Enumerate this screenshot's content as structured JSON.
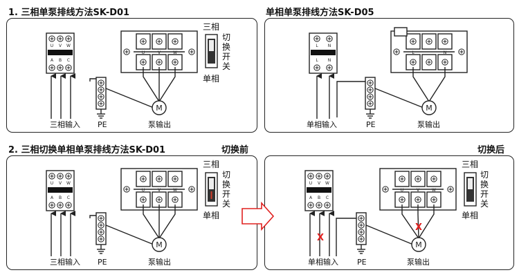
{
  "headings": {
    "d01": "1. 三相单泵排线方法SK-D01",
    "d05": "单相单泵排线方法SK-D05",
    "switch": "2. 三相切换单相单泵排线方法SK-D01",
    "before": "切换前",
    "after": "切换后"
  },
  "labels": {
    "three_phase_input": "三相输入",
    "single_phase_input": "单相输入",
    "pe": "PE",
    "pump_output": "泵输出",
    "switch_three": "三相",
    "switch_single": "单相",
    "switch_name": "切换开关",
    "motor": "M",
    "disconnected": "X"
  },
  "terminals": {
    "three_phase": [
      "U",
      "V",
      "W"
    ],
    "breaker_letters": [
      "A",
      "B",
      "C"
    ],
    "single_phase": [
      "L",
      "N"
    ]
  },
  "colors": {
    "stroke": "#222222",
    "cross": "#e0201f",
    "arrow": "#e0201f",
    "switch_indicator": "#d23c2a"
  }
}
